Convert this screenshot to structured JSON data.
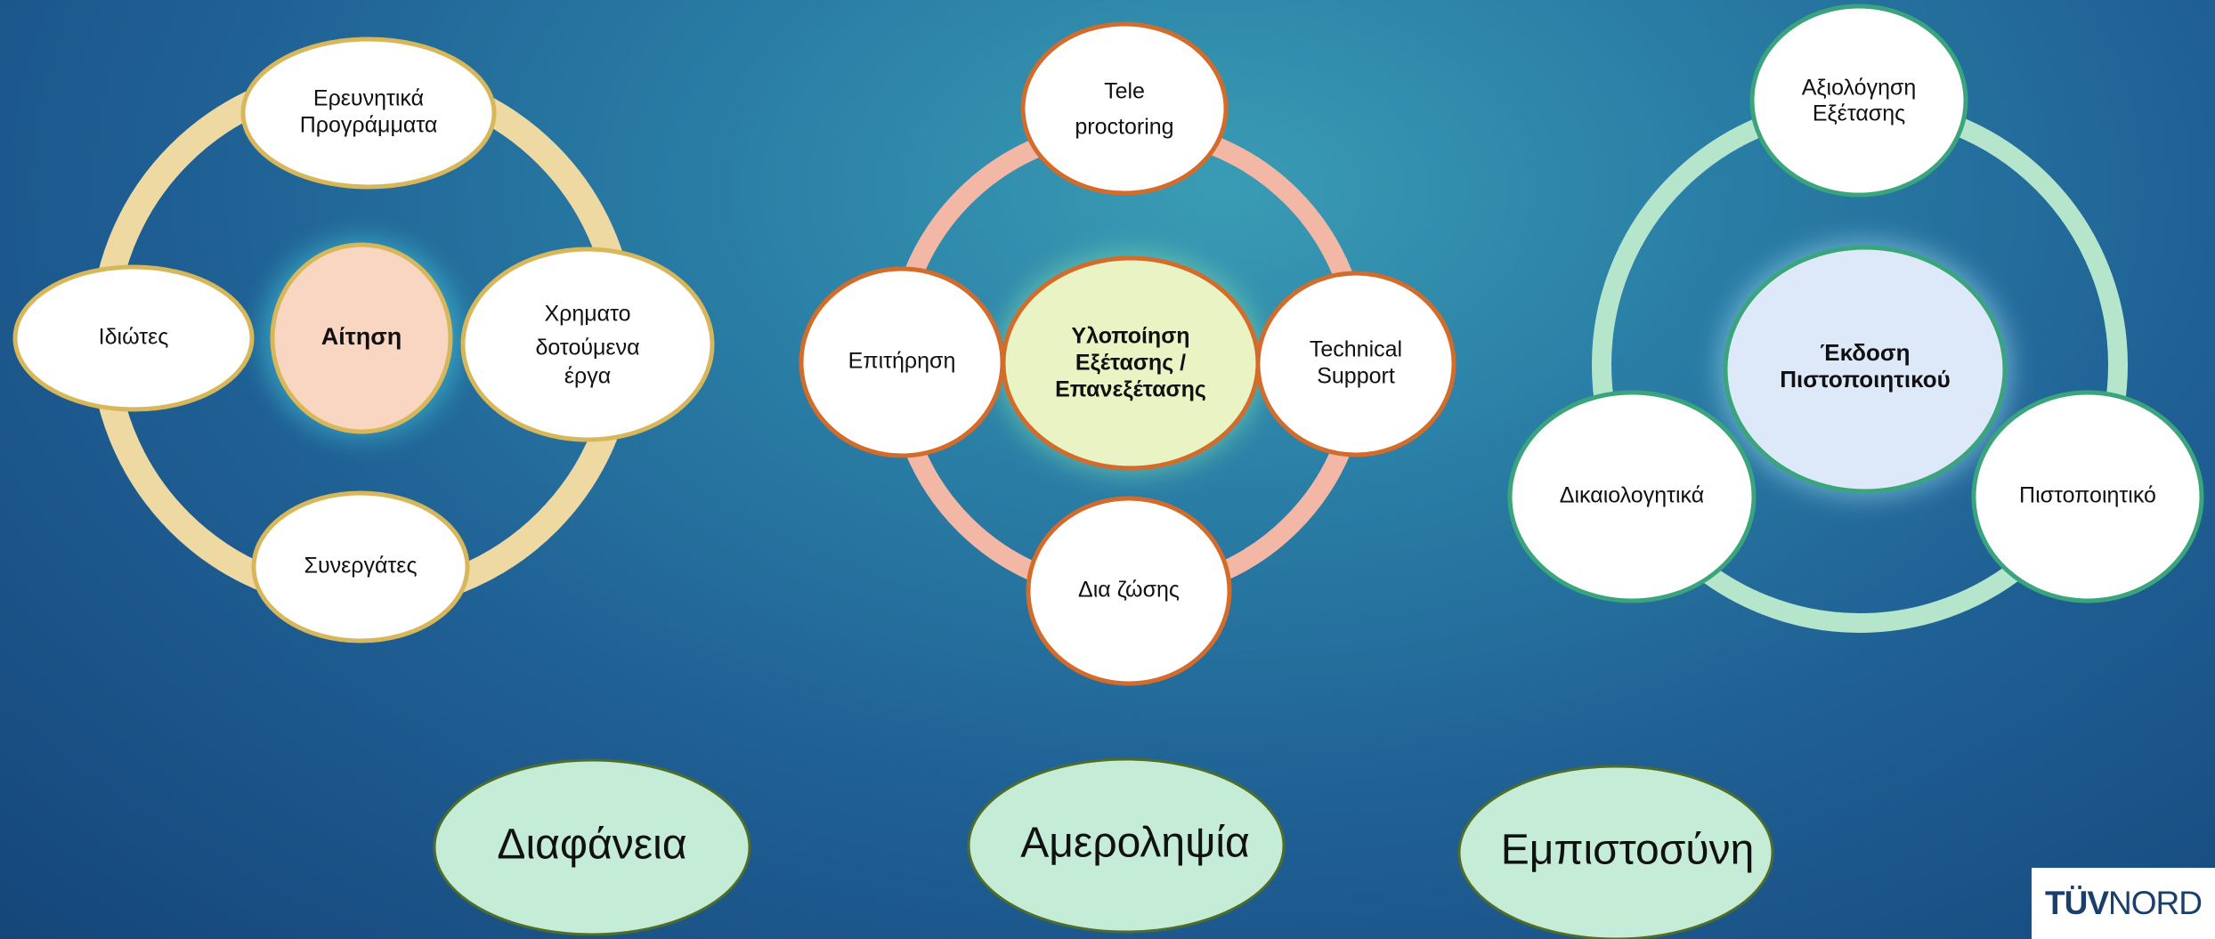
{
  "colors": {
    "ring_application": "#efd9a3",
    "ring_exam": "#f3b7a6",
    "ring_certificate": "#b5e6cc",
    "value_fill": "#c4ecd7"
  },
  "clusters": [
    {
      "center": "Αίτηση",
      "nodes": [
        {
          "lines": [
            "Ερευνητικά",
            "Προγράμματα"
          ]
        },
        {
          "lines": [
            "Χρηματο",
            "δοτούμενα",
            "έργα"
          ]
        },
        {
          "lines": [
            "Συνεργάτες"
          ]
        },
        {
          "lines": [
            "Ιδιώτες"
          ]
        }
      ]
    },
    {
      "center_lines": [
        "Υλοποίηση",
        "Εξέτασης /",
        "Επανεξέτασης"
      ],
      "nodes": [
        {
          "lines": [
            "Tele",
            "proctoring"
          ]
        },
        {
          "lines": [
            "Technical",
            "Support"
          ]
        },
        {
          "lines": [
            "Δια ζώσης"
          ]
        },
        {
          "lines": [
            "Επιτήρηση"
          ]
        }
      ]
    },
    {
      "center_lines": [
        "Έκδοση",
        "Πιστοποιητικού"
      ],
      "nodes": [
        {
          "lines": [
            "Αξιολόγηση",
            "Εξέτασης"
          ]
        },
        {
          "lines": [
            "Πιστοποιητικό"
          ]
        },
        {
          "lines": [
            "Δικαιολογητικά"
          ]
        }
      ]
    }
  ],
  "values": [
    "Διαφάνεια",
    "Αμεροληψία",
    "Εμπιστοσύνη"
  ],
  "logo": {
    "part1": "TÜV",
    "part2": "NORD"
  }
}
